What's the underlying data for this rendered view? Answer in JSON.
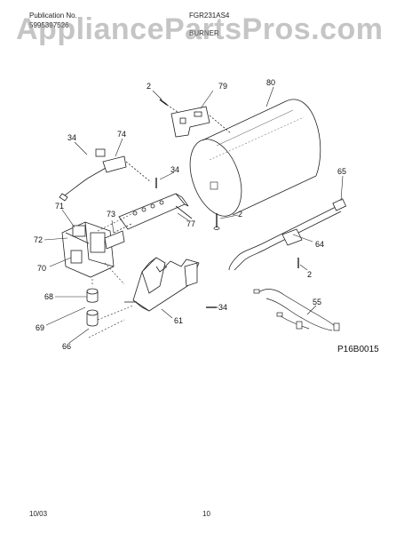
{
  "header": {
    "publication_label": "Publication No.",
    "publication_number": "5995397526",
    "model": "FGR231AS4",
    "section": "BURNER"
  },
  "watermark": "AppliancePartsPros.com",
  "diagram_code": "P16B0015",
  "footer": {
    "date": "10/03",
    "page": "10"
  },
  "callouts": {
    "c2a": "2",
    "c79": "79",
    "c80": "80",
    "c34a": "34",
    "c74": "74",
    "c34b": "34",
    "c65": "65",
    "c71": "71",
    "c73": "73",
    "c2b": "2",
    "c77": "77",
    "c72": "72",
    "c64": "64",
    "c70": "70",
    "c2c": "2",
    "c68": "68",
    "c55": "55",
    "c34c": "34",
    "c61": "61",
    "c69": "69",
    "c66": "66"
  }
}
